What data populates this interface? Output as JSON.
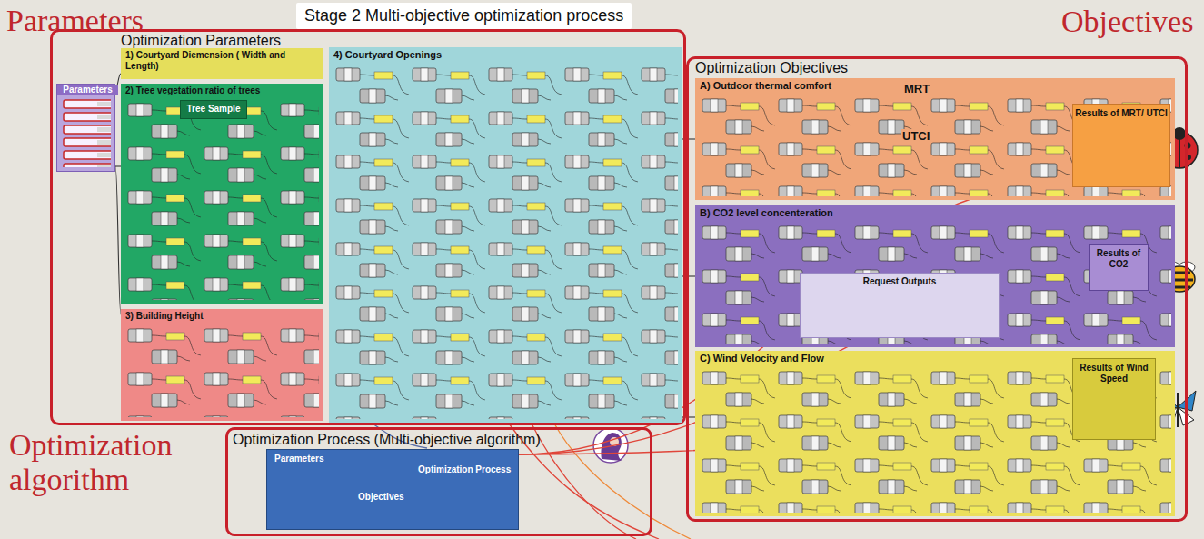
{
  "diagram": {
    "title": "Stage 2 Multi-objective optimization process",
    "nodes": [
      {
        "text": [
          "Parameters",
          "Optimization Parameters"
        ]
      },
      {
        "text": [
          "1) Courtyard Diemension ( Width and Length)"
        ],
        "in": 0
      },
      {
        "text": [
          "Parameters"
        ],
        "in": 0
      },
      {
        "text": [
          "2) Tree vegetation ratio of trees"
        ],
        "in": 0
      },
      {
        "text": [
          "Tree Sample"
        ],
        "in": 3
      },
      {
        "text": [
          "3) Building Height"
        ],
        "in": 0
      },
      {
        "text": [
          "4) Courtyard Openings"
        ],
        "in": 0
      },
      {
        "text": [
          "Objectives",
          "Optimization Objectives"
        ]
      },
      {
        "text": [
          "A) Outdoor thermal comfort",
          "MRT",
          "UTCI"
        ],
        "in": 7
      },
      {
        "text": [
          "Results of MRT/ UTCI"
        ],
        "in": 8
      },
      {
        "text": [
          "B) CO2 level concenteration"
        ],
        "in": 7
      },
      {
        "text": [
          "Request Outputs"
        ],
        "in": 10
      },
      {
        "text": [
          "Results of CO2"
        ],
        "in": 10
      },
      {
        "text": [
          "C) Wind Velocity and Flow"
        ],
        "in": 7
      },
      {
        "text": [
          "Results of Wind Speed"
        ],
        "in": 13
      },
      {
        "text": [
          "Optimization algorithm",
          "Optimization Process (Multi-objective algorithm)"
        ]
      },
      {
        "text": [
          "Parameters",
          "Optimization Process",
          "Objectives"
        ],
        "in": 15
      }
    ],
    "edges": [
      {
        "from": 2,
        "to": 1,
        "arrow": "none"
      },
      {
        "from": 2,
        "to": 3,
        "arrow": "none"
      },
      {
        "from": 2,
        "to": 5,
        "arrow": "none"
      },
      {
        "from": 6,
        "to": 8,
        "arrow": "none"
      },
      {
        "from": 6,
        "to": 10,
        "arrow": "none"
      },
      {
        "from": 6,
        "to": 13,
        "arrow": "none"
      },
      {
        "from": 9,
        "to": 16,
        "arrow": "none"
      },
      {
        "from": 12,
        "to": 16,
        "arrow": "none"
      },
      {
        "from": 14,
        "to": 16,
        "arrow": "none"
      }
    ]
  }
}
